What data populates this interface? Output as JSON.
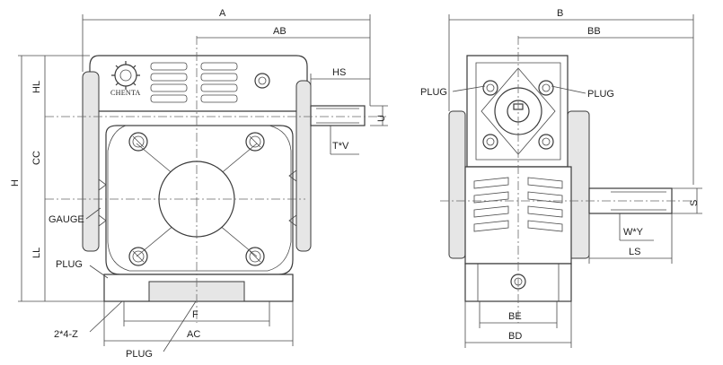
{
  "drawing": {
    "labels": {
      "A": "A",
      "AB": "AB",
      "HS": "HS",
      "U": "U",
      "TV": "T*V",
      "HL": "HL",
      "CC": "CC",
      "H": "H",
      "LL": "LL",
      "GAUGE": "GAUGE",
      "PLUG": "PLUG",
      "Z": "2*4-Z",
      "F": "F",
      "AC": "AC",
      "B": "B",
      "BB": "BB",
      "S": "S",
      "WY": "W*Y",
      "LS": "LS",
      "BE": "BE",
      "BD": "BD"
    },
    "logo_text": "CHENTA"
  }
}
